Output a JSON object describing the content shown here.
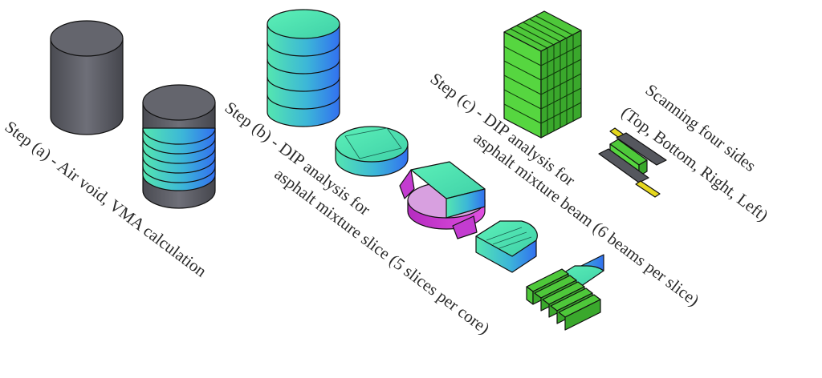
{
  "labels": {
    "step_a": "Step (a) - Air void, VMA calculation",
    "step_b_line1": "Step (b) - DIP analysis for",
    "step_b_line2": "asphalt mixture slice (5 slices per core)",
    "step_c_line1": "Step (c) - DIP analysis for",
    "step_c_line2": "asphalt mixture beam (6 beams per slice)",
    "scan_line1": "Scanning four sides",
    "scan_line2": "(Top, Bottom, Right, Left)"
  },
  "colors": {
    "core_gray": "#5f6068",
    "slice_teal": "#58e0b0",
    "slice_blue": "#3d8fe8",
    "beam_green": "#4ec83a",
    "cut_magenta": "#d23bd2",
    "scan_yellow": "#e6d81e"
  }
}
